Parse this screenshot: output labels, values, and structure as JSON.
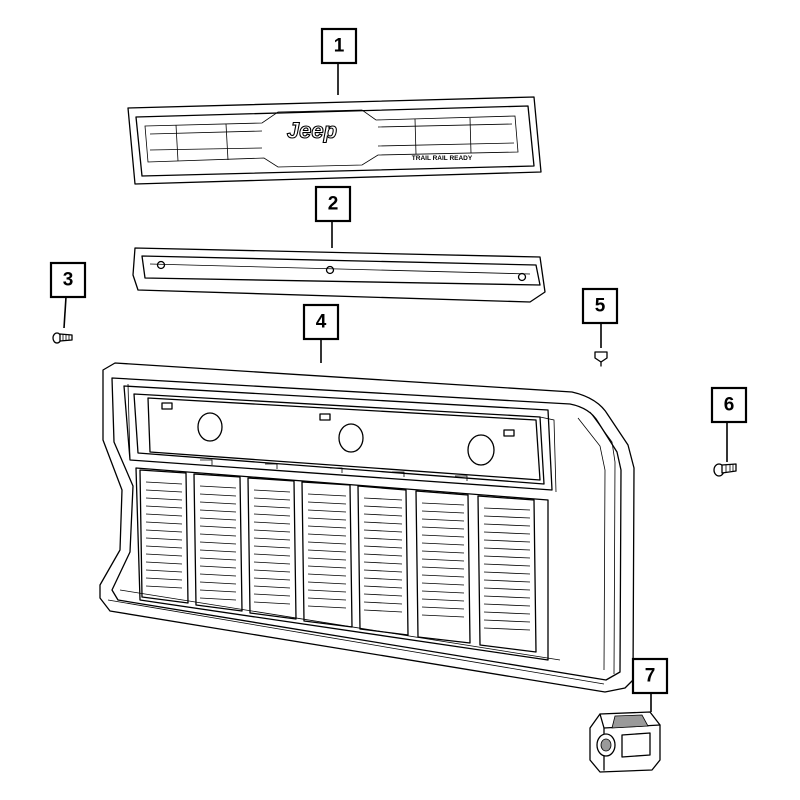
{
  "callouts": [
    {
      "number": "1",
      "part": "tailgate-badge-panel"
    },
    {
      "number": "2",
      "part": "mounting-bracket"
    },
    {
      "number": "3",
      "part": "screw"
    },
    {
      "number": "4",
      "part": "tailgate-trim-panel"
    },
    {
      "number": "5",
      "part": "clip"
    },
    {
      "number": "6",
      "part": "bolt"
    },
    {
      "number": "7",
      "part": "latch-block"
    }
  ],
  "badge": {
    "brand": "Jeep",
    "text": "TRAIL RAIL READY"
  }
}
